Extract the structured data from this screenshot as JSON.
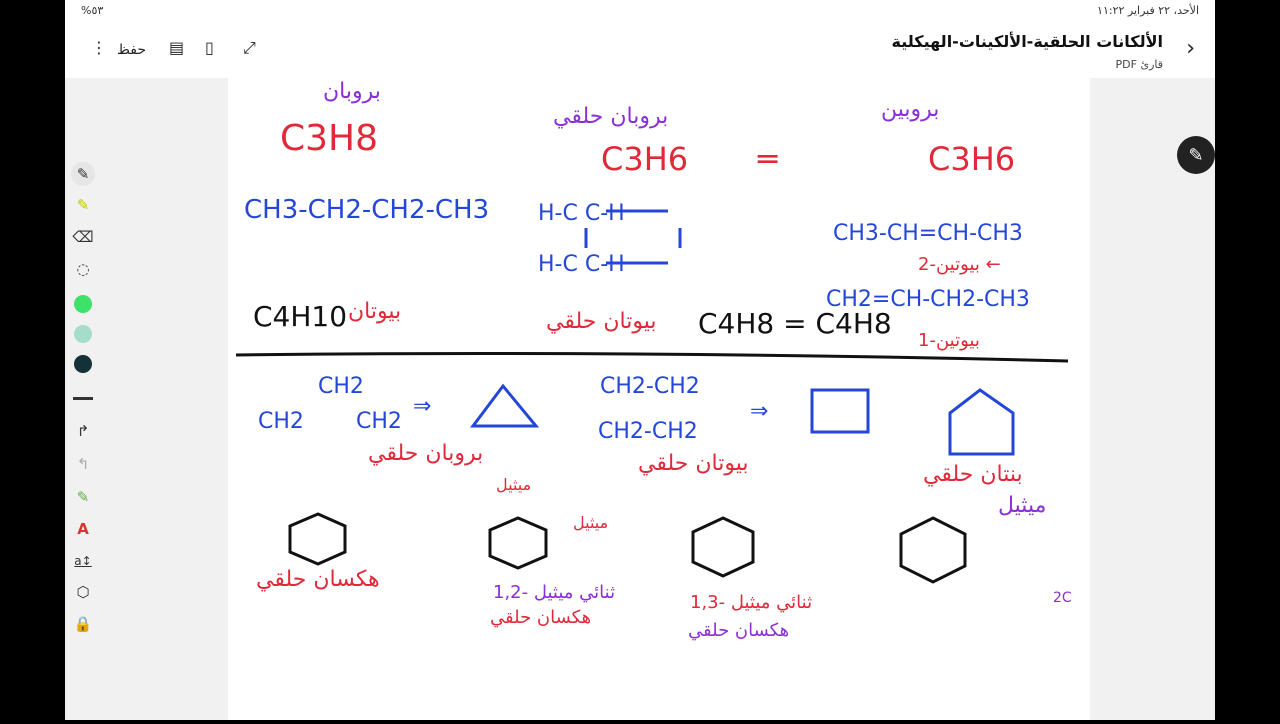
{
  "status": {
    "left": "%٥٣",
    "right": "الأحد، ٢٢ فبراير ١١:٢٢"
  },
  "header": {
    "title": "الألكانات الحلقية-الألكينات-الهيكلية",
    "subtitle": "قارئ PDF",
    "save_label": "حفظ"
  },
  "colors": {
    "blue": "#2447d8",
    "red": "#e02a3a",
    "purple": "#8b2fd8",
    "pen_green": "#3ee26a",
    "pen_mint": "#a6dccb",
    "pen_dark": "#143038"
  },
  "notes": {
    "propane": "بروبان",
    "propane_formula": "C3H8",
    "propane_struct": "CH3-CH2-CH2-CH3",
    "cyclopropane": "بروبان حلقي",
    "c3h6_a": "C3H6",
    "eq": "═",
    "propene": "بروبين",
    "c3h6_b": "C3H6",
    "butene2": "CH3-CH=CH-CH3",
    "butene2_name": "2-بيوتين ←",
    "butene1": "CH2=CH-CH2-CH3",
    "butene1_name": "1-بيوتين",
    "butane_formula": "C4H10",
    "butane": "بيوتان",
    "cyclobutane": "بيوتان حلقي",
    "c4h8": "C4H8 = C4H8",
    "ch2": "CH2",
    "ch2b": "CH2",
    "ch2c": "CH2",
    "cyclopropane2": "بروبان حلقي",
    "cb_top": "CH2-CH2",
    "cb_bot": "CH2-CH2",
    "cyclobutane2": "بيوتان حلقي",
    "cyclopentane": "بنتان حلقي",
    "methyl_a": "ميثيل",
    "cyclohexane": "هكسان حلقي",
    "methyl_b": "ميثيل",
    "methyl_c": "ميثيل",
    "dimethyl_a": "1,2- ثنائي ميثيل",
    "hex_a": "هكسان حلقي",
    "dimethyl_b": "1,3- ثنائي ميثيل",
    "hex_b": "هكسان حلقي",
    "ec": "2C",
    "n1": "1",
    "n2": "2",
    "n3": "1",
    "n4": "3"
  }
}
